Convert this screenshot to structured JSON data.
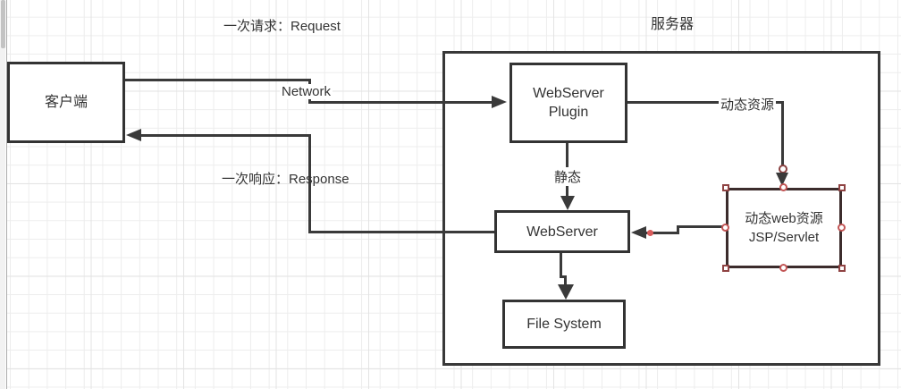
{
  "captions": {
    "request": "一次请求：Request",
    "response": "一次响应：Response",
    "server": "服务器"
  },
  "wire_labels": {
    "network": "Network",
    "dynamic_resource": "动态资源",
    "static": "静态"
  },
  "nodes": {
    "client": {
      "label": "客户端"
    },
    "plugin": {
      "line1": "WebServer",
      "line2": "Plugin"
    },
    "webserver": {
      "label": "WebServer"
    },
    "filesystem": {
      "label": "File System"
    },
    "jsp": {
      "line1": "动态web资源",
      "line2": "JSP/Servlet"
    }
  },
  "colors": {
    "connector": "#3a3a3a",
    "box_border": "#333333",
    "selection_handle_square": "#8f4343",
    "selection_handle_circle": "#c25555",
    "connection_dot": "#d95c5c",
    "text": "#333333",
    "grid_line": "#ededed"
  }
}
